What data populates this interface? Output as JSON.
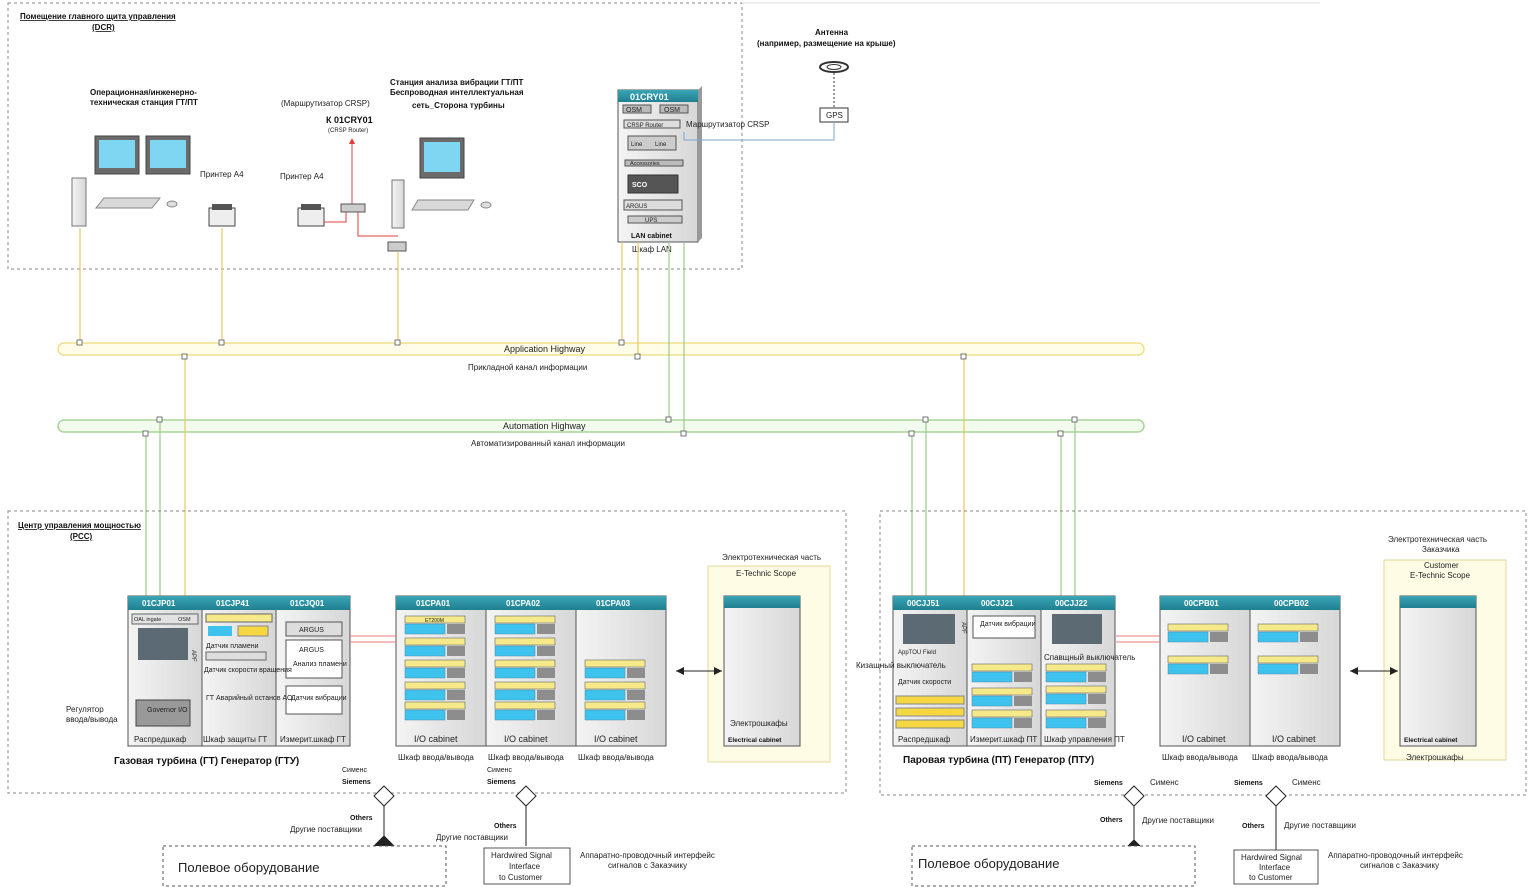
{
  "dcr": {
    "title_line1": "Помещение главного щита управления",
    "title_line2": "(DCR)",
    "antenna_line1": "Антенна",
    "antenna_line2": "(например, размещение на крыше)",
    "gps_label": "GPS",
    "op_station_line1": "Операционная/инженерно-",
    "op_station_line2": "техническая станция ГТ/ПТ",
    "printer_a4_left": "Принтер А4",
    "printer_a4_mid": "Принтер А4",
    "router_label": "(Маршрутизатор CRSP)",
    "router_sub1": "К  01CRY01",
    "router_sub2": "(CRSP Router)",
    "vib_station_line1": "Станция анализа вибрации ГТ/ПТ",
    "vib_station_line2": "Беспроводная интеллектуальная",
    "vib_station_line3": "сеть_Сторона турбины",
    "lan_cabinet_tag": "01CRY01",
    "lan_cabinet_router": "Маршрутизатор CRSP",
    "lan_cabinet_en": "LAN cabinet",
    "lan_cabinet_ru": "Шкаф LAN",
    "lan_slots": [
      "OSM",
      "OSM",
      "CRSP Router",
      "Line",
      "Line",
      "Accessories",
      "SCO",
      "ARGUS",
      "UPS"
    ]
  },
  "highways": {
    "app_en": "Application Highway",
    "app_ru": "Прикладной канал информации",
    "auto_en": "Automation Highway",
    "auto_ru": "Автоматизированный канал информации"
  },
  "pcc": {
    "title_line1": "Центр управления мощностью",
    "title_line2": "(PCC)",
    "gt_title": "Газовая турбина (ГТ) Генератор (ГТУ)",
    "st_title": "Паровая турбина (ПТ) Генератор (ПТУ)",
    "gt_regulator_line1": "Регулятор",
    "gt_regulator_line2": "ввода/вывода",
    "st_circuit_breaker": "Кизащный выключатель",
    "st_safety_switch": "Спавщный выключатель",
    "e_tech_gt_line1": "Электротехническая часть",
    "e_tech_gt_line2": "E-Technic Scope",
    "e_tech_st_line1": "Электротехническая часть",
    "e_tech_st_line2": "Заказчика",
    "e_tech_st_line3": "Customer",
    "e_tech_st_line4": "E-Technic Scope",
    "electrical_cabinet_en": "Electrical cabinet",
    "electrical_cabinet_ru": "Электрошкафы",
    "gt_cabinets": [
      {
        "tag": "01CJP01",
        "label": "Распредшкаф"
      },
      {
        "tag": "01CJP41",
        "label": "Шкаф защиты ГТ"
      },
      {
        "tag": "01CJQ01",
        "label": "Измерит.шкаф ГТ"
      }
    ],
    "gt_cab_details": [
      "Датчик пламени",
      "Датчик скорости вращения",
      "ГТ Аварийный останов АО",
      "ARGUS",
      "ARGUS",
      "Анализ пламени",
      "Датчик вибрации",
      "Governor I/O",
      "OAL ingate",
      "OSM"
    ],
    "gt_io": [
      {
        "tag": "01CPA01",
        "label_en": "I/O cabinet",
        "label_ru": "Шкаф ввода/вывода"
      },
      {
        "tag": "01CPA02",
        "label_en": "I/O cabinet",
        "label_ru": "Шкаф ввода/вывода"
      },
      {
        "tag": "01CPA03",
        "label_en": "I/O cabinet",
        "label_ru": "Шкаф ввода/вывода"
      }
    ],
    "st_cabinets": [
      {
        "tag": "00CJJ51",
        "label": "Распредшкаф"
      },
      {
        "tag": "00CJJ21",
        "label": "Измерит.шкаф ПТ"
      },
      {
        "tag": "00CJJ22",
        "label": "Шкаф управления ПТ"
      }
    ],
    "st_cab_details": [
      "Датчик вибрации",
      "Датчик скорости",
      "AppTOU Field"
    ],
    "st_io": [
      {
        "tag": "00CPB01",
        "label_en": "I/O cabinet",
        "label_ru": "Шкаф ввода/вывода"
      },
      {
        "tag": "00CPB02",
        "label_en": "I/O cabinet",
        "label_ru": "Шкаф ввода/вывода"
      }
    ],
    "module_label": "ET200M",
    "api_label": "APF"
  },
  "field": {
    "field_equipment": "Полевое оборудование",
    "siemens_ru": "Сименс",
    "siemens_en": "Siemens",
    "others": "Others",
    "other_suppliers": "Другие поставщики",
    "hw_line1": "Hardwired Signal",
    "hw_line2": "Interface",
    "hw_line3": "to Customer",
    "hw_ru_line1": "Аппаратно-проводочный интерфейс",
    "hw_ru_line2": "сигналов с Заказчику"
  }
}
